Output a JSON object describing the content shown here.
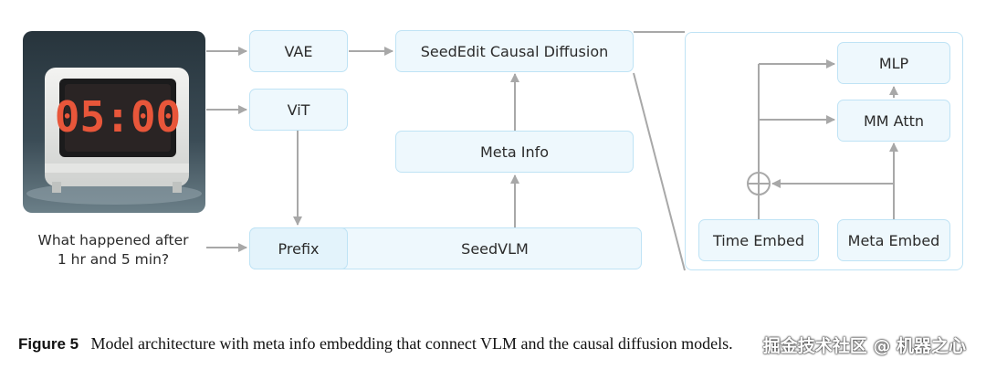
{
  "input": {
    "image_text": "05:00",
    "question_line1": "What happened after",
    "question_line2": "1 hr and 5 min?"
  },
  "nodes": {
    "vae": "VAE",
    "vit": "ViT",
    "prefix": "Prefix",
    "seedvlm": "SeedVLM",
    "meta_info": "Meta Info",
    "seededit": "SeedEdit Causal Diffusion"
  },
  "detail": {
    "mlp": "MLP",
    "mm_attn": "MM Attn",
    "time_embed": "Time Embed",
    "meta_embed": "Meta Embed"
  },
  "caption": {
    "label": "Figure 5",
    "text": "Model architecture with meta info embedding that connect VLM and the causal diffusion models."
  },
  "watermark": "掘金技术社区 @ 机器之心",
  "colors": {
    "node_fill": "#eef8fd",
    "node_border": "#bfe3f5",
    "arrow": "#a8a8a8",
    "clock_digits": "#e8563a"
  }
}
